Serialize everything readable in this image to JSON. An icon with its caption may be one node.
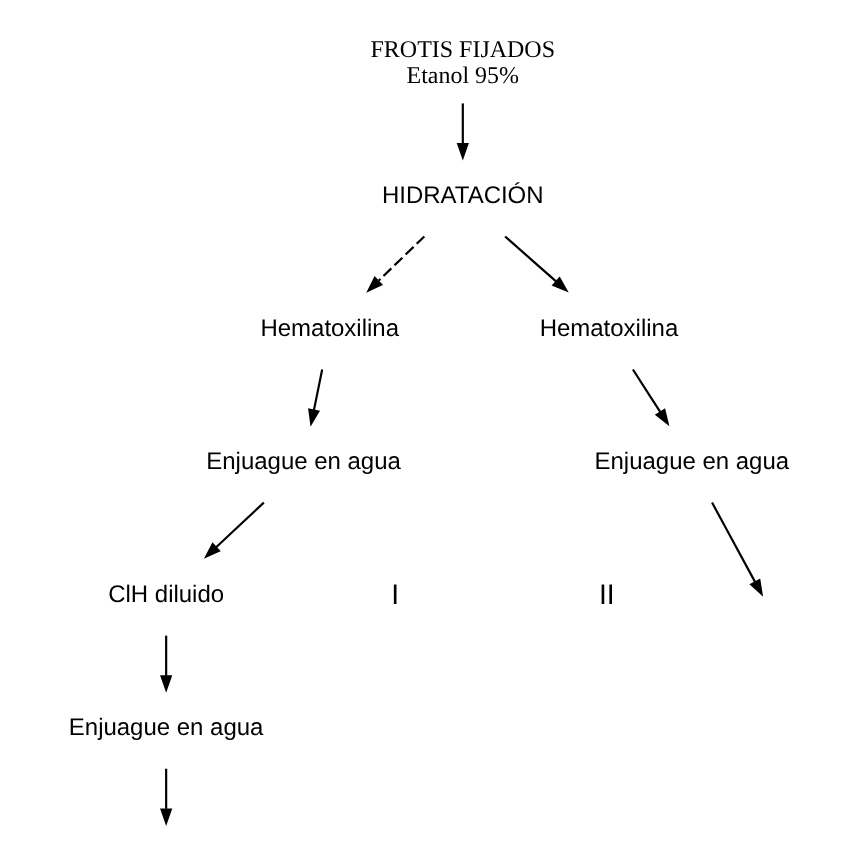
{
  "diagram": {
    "nodes": [
      {
        "text": [
          "FROTIS FIJADOS",
          "Etanol 95%"
        ]
      },
      {
        "text": [
          "HIDRATACIÓN"
        ]
      },
      {
        "text": [
          "Hematoxilina"
        ]
      },
      {
        "text": [
          "Hematoxilina"
        ]
      },
      {
        "text": [
          "Enjuague en agua"
        ]
      },
      {
        "text": [
          "ClH diluido"
        ]
      },
      {
        "text": [
          "Enjuague en agua"
        ]
      },
      {
        "text": [
          "Enjuague en agua"
        ]
      }
    ],
    "edges": [
      {
        "from": 0,
        "to": 1,
        "arrow": "to"
      },
      {
        "from": 1,
        "to": 2,
        "arrow": "to",
        "style": "dashed"
      },
      {
        "from": 1,
        "to": 3,
        "arrow": "to"
      },
      {
        "from": 2,
        "to": 4,
        "arrow": "to"
      },
      {
        "from": 4,
        "to": 5,
        "arrow": "to"
      },
      {
        "from": 5,
        "to": 6,
        "arrow": "to"
      },
      {
        "from": 6,
        "to": null,
        "arrow": "to"
      },
      {
        "from": 3,
        "to": 7,
        "arrow": "to"
      },
      {
        "from": 7,
        "to": null,
        "arrow": "to"
      }
    ],
    "labels": [
      "I",
      "II"
    ]
  }
}
